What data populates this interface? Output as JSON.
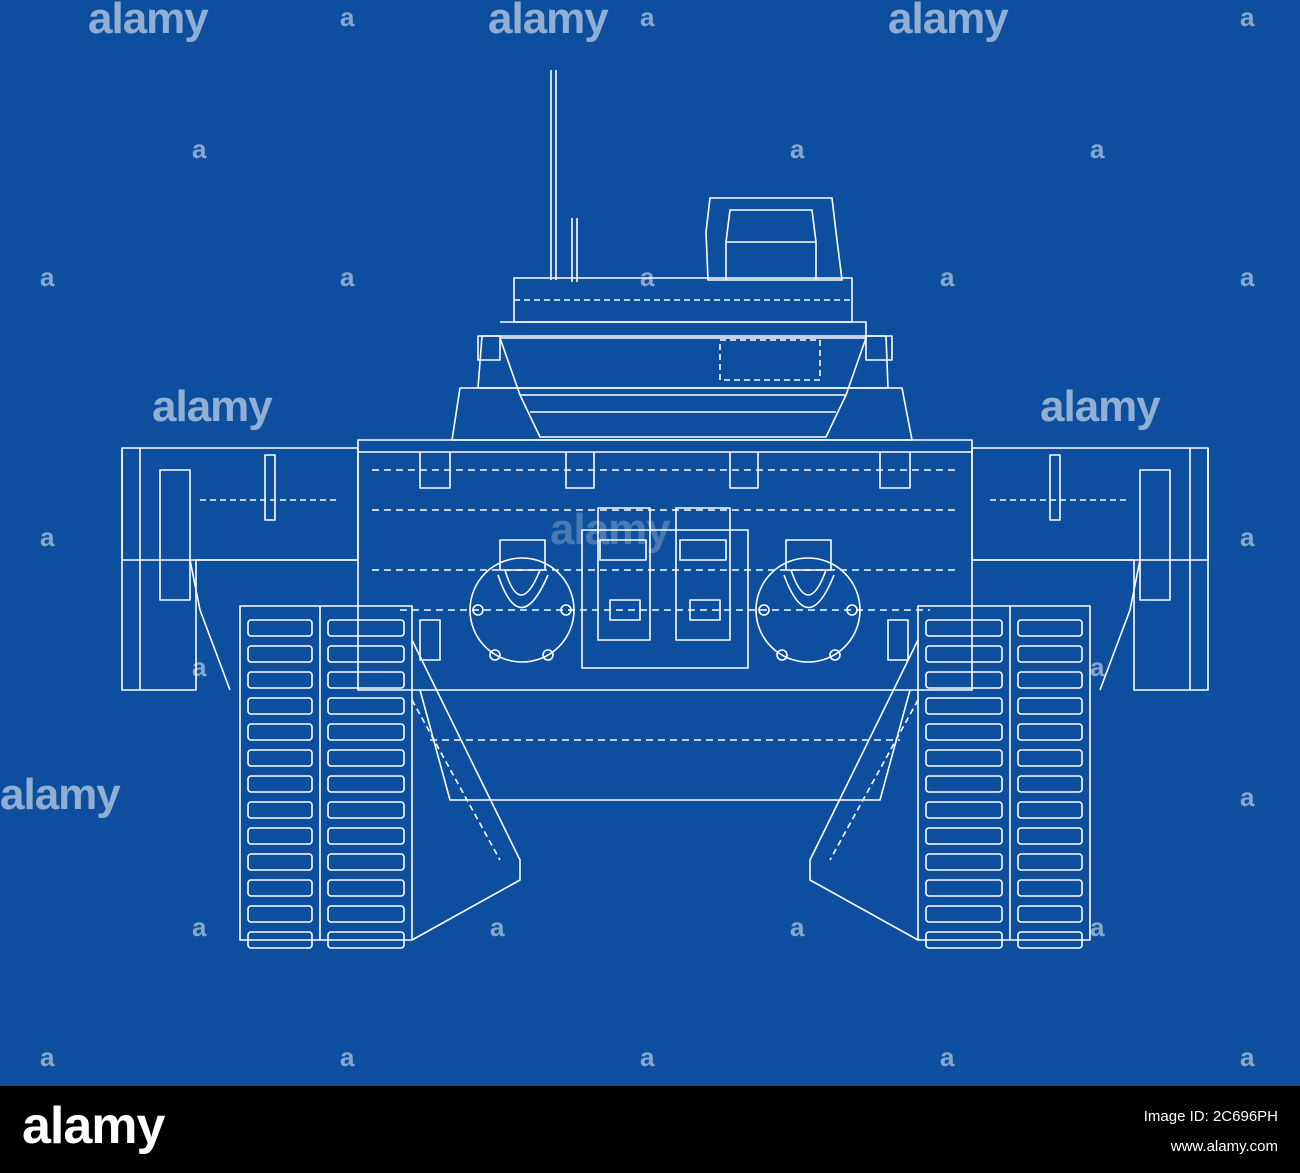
{
  "colors": {
    "background": "#0d4f9e",
    "lines": "#ffffff",
    "footer": "#000000"
  },
  "watermark": {
    "text": "alamy",
    "mark": "a"
  },
  "footer": {
    "logo": "alamy",
    "image_id": "Image ID: 2C696PH",
    "site": "www.alamy.com"
  }
}
